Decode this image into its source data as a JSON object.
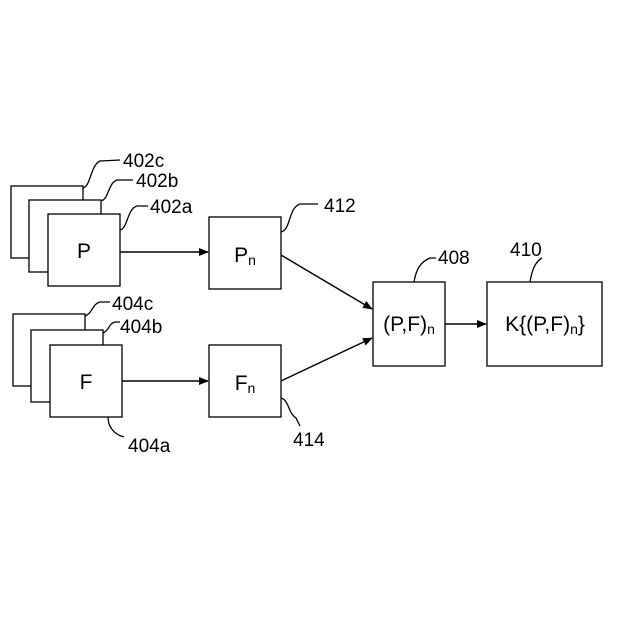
{
  "blocks": {
    "p_stack": {
      "label": "P",
      "ref_c": "402c",
      "ref_b": "402b",
      "ref_a": "402a"
    },
    "f_stack": {
      "label": "F",
      "ref_c": "404c",
      "ref_b": "404b",
      "ref_a": "404a"
    },
    "pn": {
      "label": "P",
      "subscript": "n",
      "ref": "412"
    },
    "fn": {
      "label": "F",
      "subscript": "n",
      "ref": "414"
    },
    "pf": {
      "label": "(P,F)",
      "subscript": "n",
      "ref": "408"
    },
    "k": {
      "label_prefix": "K{(P,F)",
      "subscript": "n",
      "label_suffix": "}",
      "ref": "410"
    }
  }
}
